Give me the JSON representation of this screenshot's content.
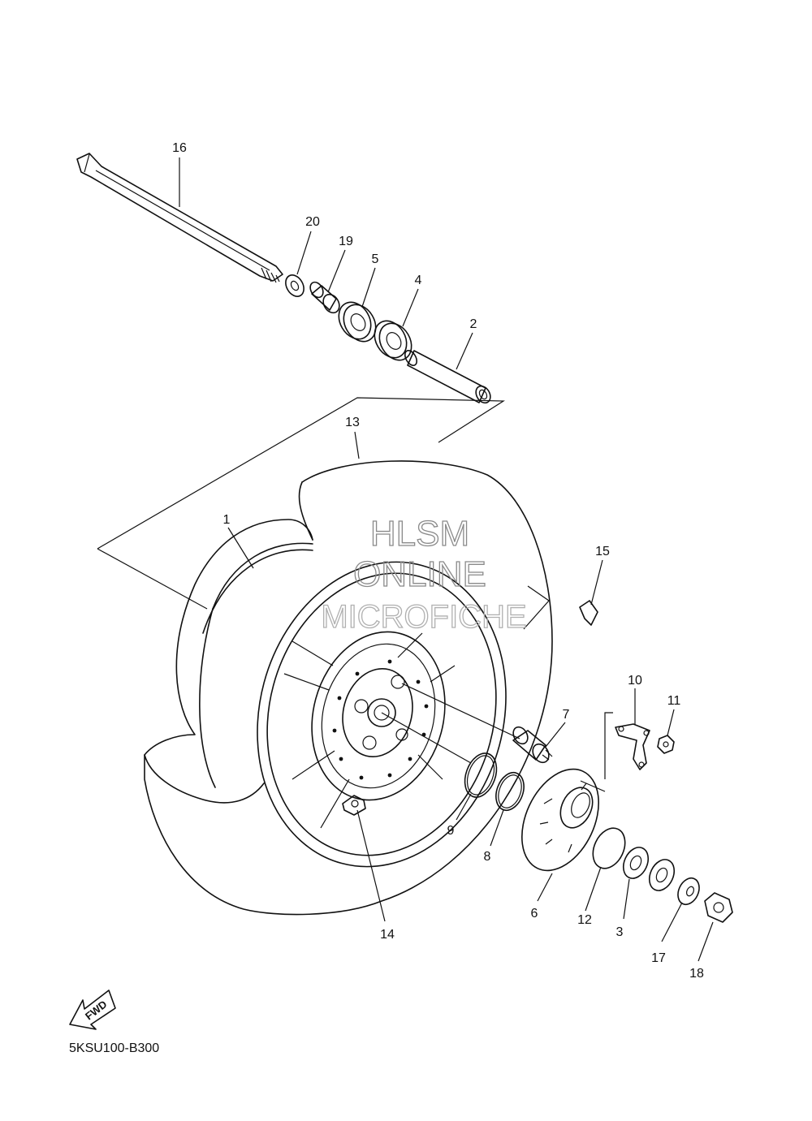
{
  "diagram": {
    "code": "5KSU100-B300",
    "fwd_label": "FWD",
    "watermark": [
      "HLSM",
      "ONLINE",
      "MICROFICHE"
    ],
    "callouts": [
      {
        "id": "c1",
        "label": "1"
      },
      {
        "id": "c2",
        "label": "2"
      },
      {
        "id": "c3",
        "label": "3"
      },
      {
        "id": "c4",
        "label": "4"
      },
      {
        "id": "c5",
        "label": "5"
      },
      {
        "id": "c6",
        "label": "6"
      },
      {
        "id": "c7",
        "label": "7"
      },
      {
        "id": "c8",
        "label": "8"
      },
      {
        "id": "c9",
        "label": "9"
      },
      {
        "id": "c10",
        "label": "10"
      },
      {
        "id": "c11",
        "label": "11"
      },
      {
        "id": "c12",
        "label": "12"
      },
      {
        "id": "c13",
        "label": "13"
      },
      {
        "id": "c14",
        "label": "14"
      },
      {
        "id": "c15",
        "label": "15"
      },
      {
        "id": "c16",
        "label": "16"
      },
      {
        "id": "c17",
        "label": "17"
      },
      {
        "id": "c18",
        "label": "18"
      },
      {
        "id": "c19",
        "label": "19"
      },
      {
        "id": "c20",
        "label": "20"
      }
    ]
  }
}
